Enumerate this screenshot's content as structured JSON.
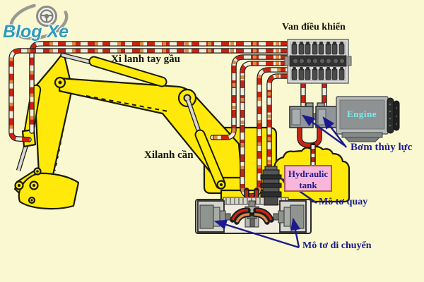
{
  "diagram_title": "Excavator hydraulic system diagram",
  "logo": {
    "text": "Blog Xe",
    "icon": "steering-wheel-icon",
    "text_color": "#2e9cb6"
  },
  "labels": {
    "control_valve": "Van điều khiển",
    "arm_cylinder": "Xi lanh tay gầu",
    "boom_cylinder": "Xilanh cần",
    "engine": "Engine",
    "hydraulic_pump": "Bơm thủy lực",
    "hydraulic_tank": "Hydraulic tank",
    "swing_motor": "Mô tơ quay",
    "travel_motor": "Mô tơ di chuyển"
  },
  "colors": {
    "background": "#f9f8d0",
    "machine_yellow": "#ffe90a",
    "hose_red": "#cb2313",
    "hose_orange": "#dd8a45",
    "hose_white": "#f2eede",
    "label_black": "#141408",
    "label_navy": "#1b1b8e",
    "tank_box_pink": "#f7b6da",
    "tank_text": "#241a8d",
    "engine_text_cyan": "#7feaec",
    "arrow_navy": "#1b1b8e"
  }
}
